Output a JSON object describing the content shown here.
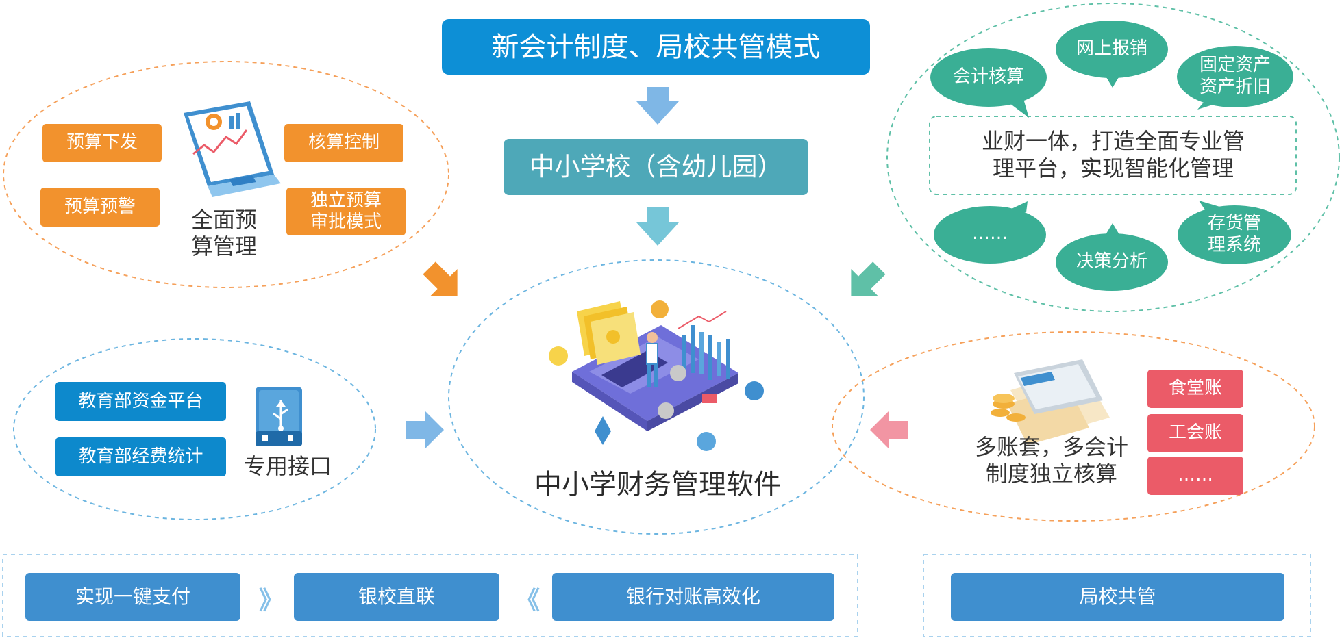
{
  "title": "新会计制度、局校共管模式",
  "school": "中小学校（含幼儿园）",
  "center": "中小学财务管理软件",
  "budget": {
    "items": [
      "预算下发",
      "预算预警",
      "核算控制",
      "独立预算审批模式"
    ],
    "item_lines": [
      [
        "预算下发"
      ],
      [
        "预算预警"
      ],
      [
        "核算控制"
      ],
      [
        "独立预算",
        "审批模式"
      ]
    ],
    "label_lines": [
      "全面预",
      "算管理"
    ]
  },
  "integration": {
    "items": [
      "会计核算",
      "网上报销",
      "固定资产资产折旧",
      "……",
      "决策分析",
      "存货管理系统"
    ],
    "bubble_lines": [
      [
        "会计核算"
      ],
      [
        "网上报销"
      ],
      [
        "固定资产",
        "资产折旧"
      ],
      [
        "……"
      ],
      [
        "决策分析"
      ],
      [
        "存货管",
        "理系统"
      ]
    ],
    "summary_lines": [
      "业财一体，打造全面专业管",
      "理平台，实现智能化管理"
    ]
  },
  "interface": {
    "items": [
      "教育部资金平台",
      "教育部经费统计"
    ],
    "label": "专用接口"
  },
  "accounting": {
    "items": [
      "食堂账",
      "工会账",
      "……"
    ],
    "label_lines": [
      "多账套，多会计",
      "制度独立核算"
    ]
  },
  "bottom": {
    "items": [
      "实现一键支付",
      "银校直联",
      "银行对账高效化"
    ],
    "right": "局校共管",
    "separators": [
      "》",
      "《"
    ]
  },
  "colors": {
    "title_bg": "#0d8fd6",
    "school_bg": "#4ea8b8",
    "orange": "#f2922d",
    "blue": "#0d89cc",
    "teal": "#3aaf95",
    "red": "#eb5b68",
    "bottom_bg": "#3f8fcf",
    "orange_dash": "#f5a05a",
    "blue_dash": "#6cb5e0",
    "teal_dash": "#5fc0a7"
  }
}
